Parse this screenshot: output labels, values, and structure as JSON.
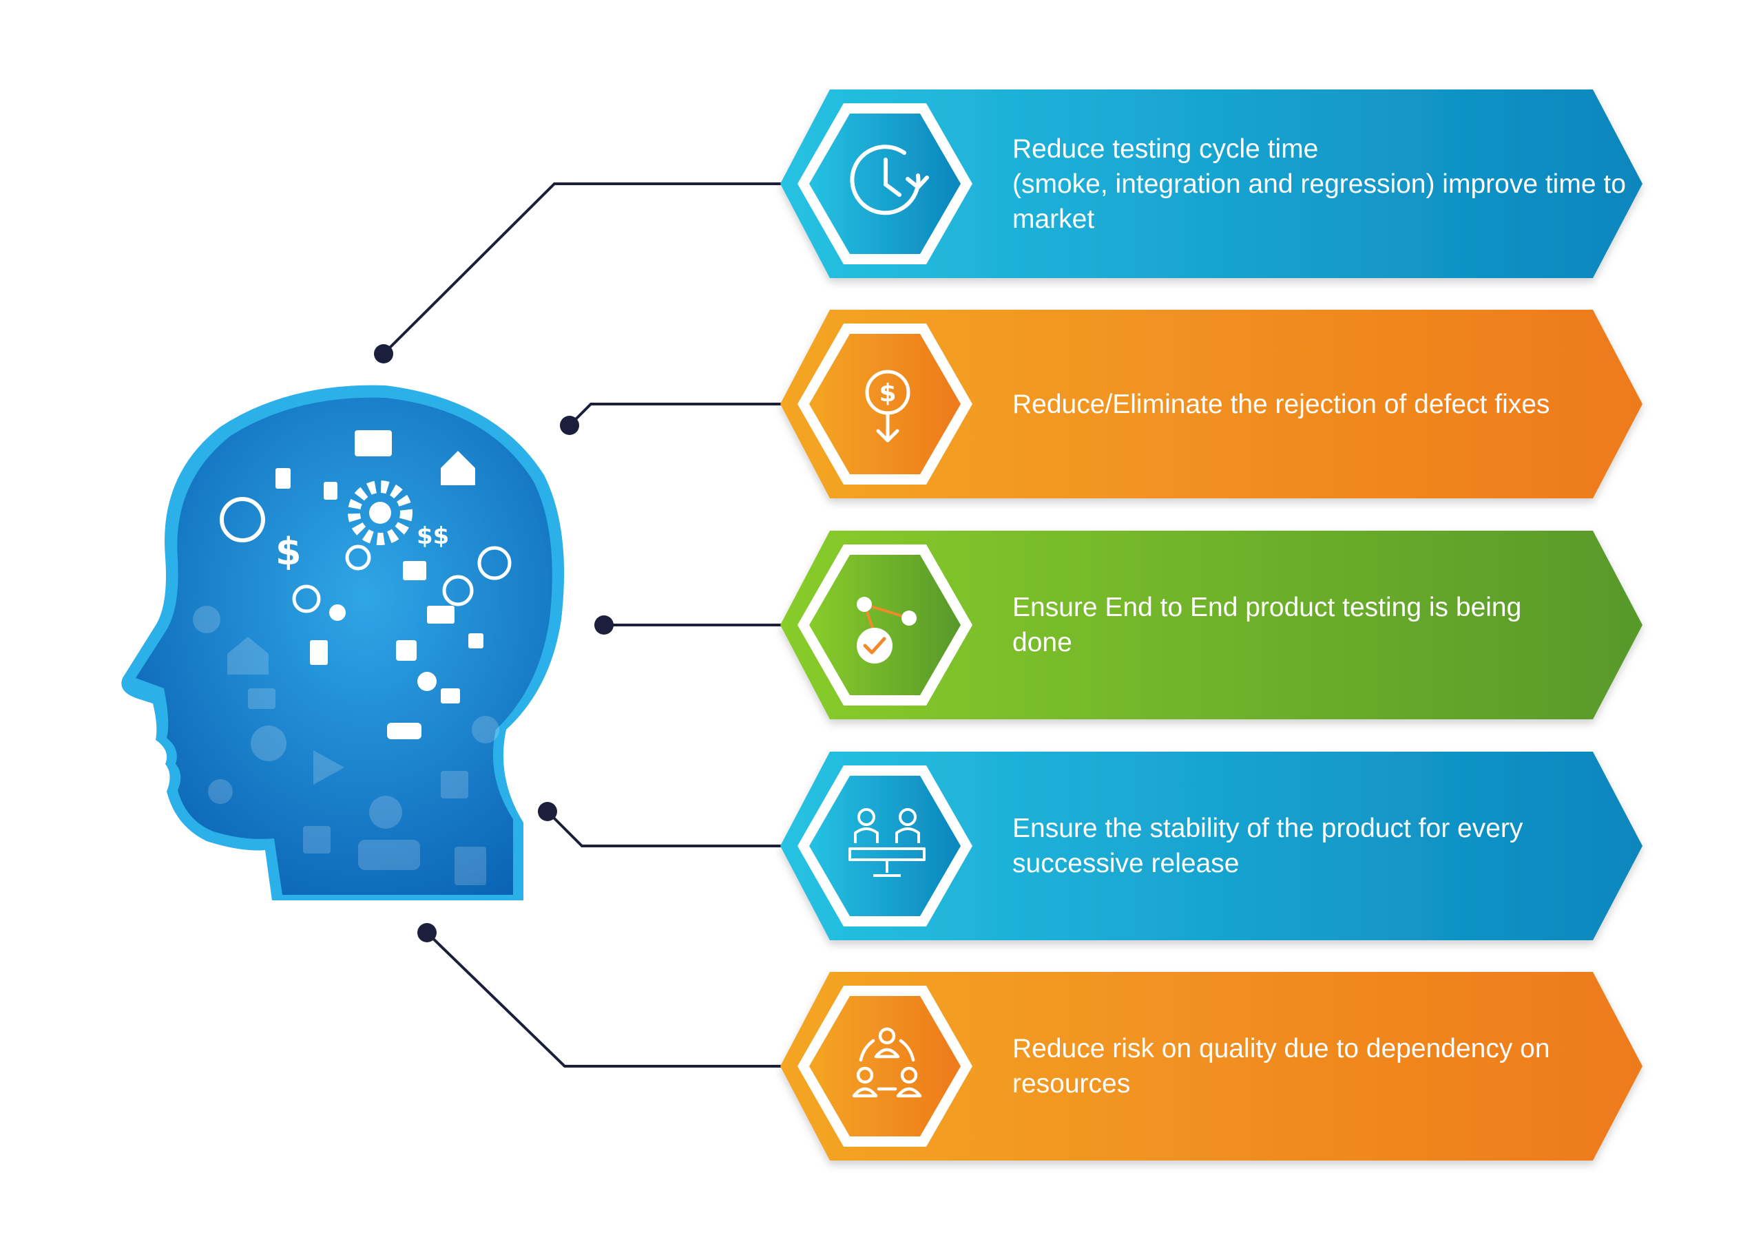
{
  "colors": {
    "blue_light": "#26C1E2",
    "blue_dark": "#0B86BD",
    "orange_light": "#F4A524",
    "orange_dark": "#EE7A1C",
    "green_light": "#88CC2C",
    "green_dark": "#58992A",
    "connector": "#1B1F3B",
    "head_dark": "#0A62B4",
    "head_light": "#2FA6E6"
  },
  "items": [
    {
      "text": "Reduce testing cycle time\n(smoke, integration and regression) improve time to market",
      "theme": "blue",
      "icon": "clock-refresh-icon"
    },
    {
      "text": "Reduce/Eliminate the rejection of defect fixes",
      "theme": "orange",
      "icon": "dollar-down-icon"
    },
    {
      "text": "Ensure End to End product testing is being done",
      "theme": "green",
      "icon": "process-check-icon"
    },
    {
      "text": "Ensure the stability of the product for every successive release",
      "theme": "blue",
      "icon": "balance-people-icon"
    },
    {
      "text": "Reduce risk on quality due to dependency on resources",
      "theme": "orange",
      "icon": "team-network-icon"
    }
  ]
}
